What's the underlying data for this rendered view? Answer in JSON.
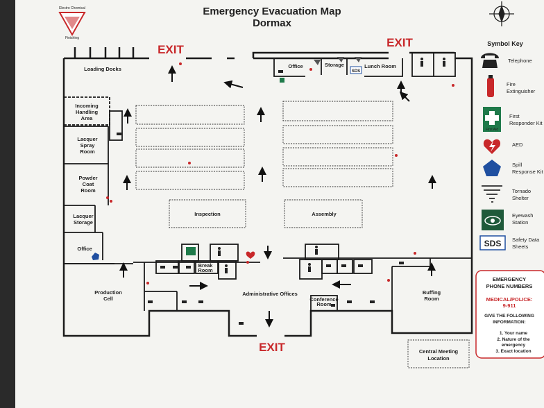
{
  "header": {
    "title": "Emergency Evacuation Map",
    "subtitle": "Dormax",
    "logo_text_top": "Electro Chemical",
    "logo_text_bottom": "Finishing"
  },
  "exits": {
    "left": "EXIT",
    "right": "EXIT",
    "bottom": "EXIT"
  },
  "rooms": {
    "loading_docks": "Loading Docks",
    "office_top": "Office",
    "storage": "Storage",
    "lunch_room": "Lunch Room",
    "incoming_1": "Incoming",
    "incoming_2": "Handling",
    "incoming_3": "Area",
    "lacquer_spray_1": "Lacquer",
    "lacquer_spray_2": "Spray",
    "lacquer_spray_3": "Room",
    "powder_1": "Powder",
    "powder_2": "Coat",
    "powder_3": "Room",
    "lacquer_storage_1": "Lacquer",
    "lacquer_storage_2": "Storage",
    "office_left": "Office",
    "inspection": "Inspection",
    "assembly": "Assembly",
    "break_room_1": "Break",
    "break_room_2": "Room",
    "production_1": "Production",
    "production_2": "Cell",
    "admin_offices": "Administrative Offices",
    "conference_1": "Conference",
    "conference_2": "Room",
    "buffing_1": "Buffing",
    "buffing_2": "Room",
    "central_meeting_1": "Central Meeting",
    "central_meeting_2": "Location",
    "sds_label": "SDS"
  },
  "symbol_key": {
    "title": "Symbol Key",
    "items": [
      {
        "icon": "telephone-icon",
        "lines": [
          "Telephone"
        ]
      },
      {
        "icon": "fire-extinguisher-icon",
        "lines": [
          "Fire",
          "Extinguisher"
        ]
      },
      {
        "icon": "first-aid-kit-icon",
        "lines": [
          "First",
          "Responder Kit"
        ]
      },
      {
        "icon": "aed-icon",
        "lines": [
          "AED"
        ]
      },
      {
        "icon": "spill-kit-icon",
        "lines": [
          "Spill",
          "Response Kit"
        ]
      },
      {
        "icon": "tornado-shelter-icon",
        "lines": [
          "Tornado",
          "Shelter"
        ]
      },
      {
        "icon": "eyewash-icon",
        "lines": [
          "Eyewash",
          "Station"
        ]
      },
      {
        "icon": "sds-icon",
        "lines": [
          "Safety Data",
          "Sheets"
        ]
      }
    ],
    "first_aid_caption": "First Aid",
    "sds_badge": "SDS"
  },
  "emergency": {
    "title_1": "EMERGENCY",
    "title_2": "PHONE NUMBERS",
    "medical_1": "MEDICAL/POLICE:",
    "medical_2": "9-911",
    "give_1": "GIVE THE FOLLOWING",
    "give_2": "INFORMATION:",
    "item_1": "1. Your name",
    "item_2a": "2. Nature of the",
    "item_2b": "emergency",
    "item_3": "3. Exact location"
  },
  "colors": {
    "exit_red": "#c8282a",
    "wall": "#1a1a1a",
    "first_aid_green": "#1f7a4a",
    "spill_blue": "#1f4fa0",
    "paper": "#f4f4f1"
  }
}
